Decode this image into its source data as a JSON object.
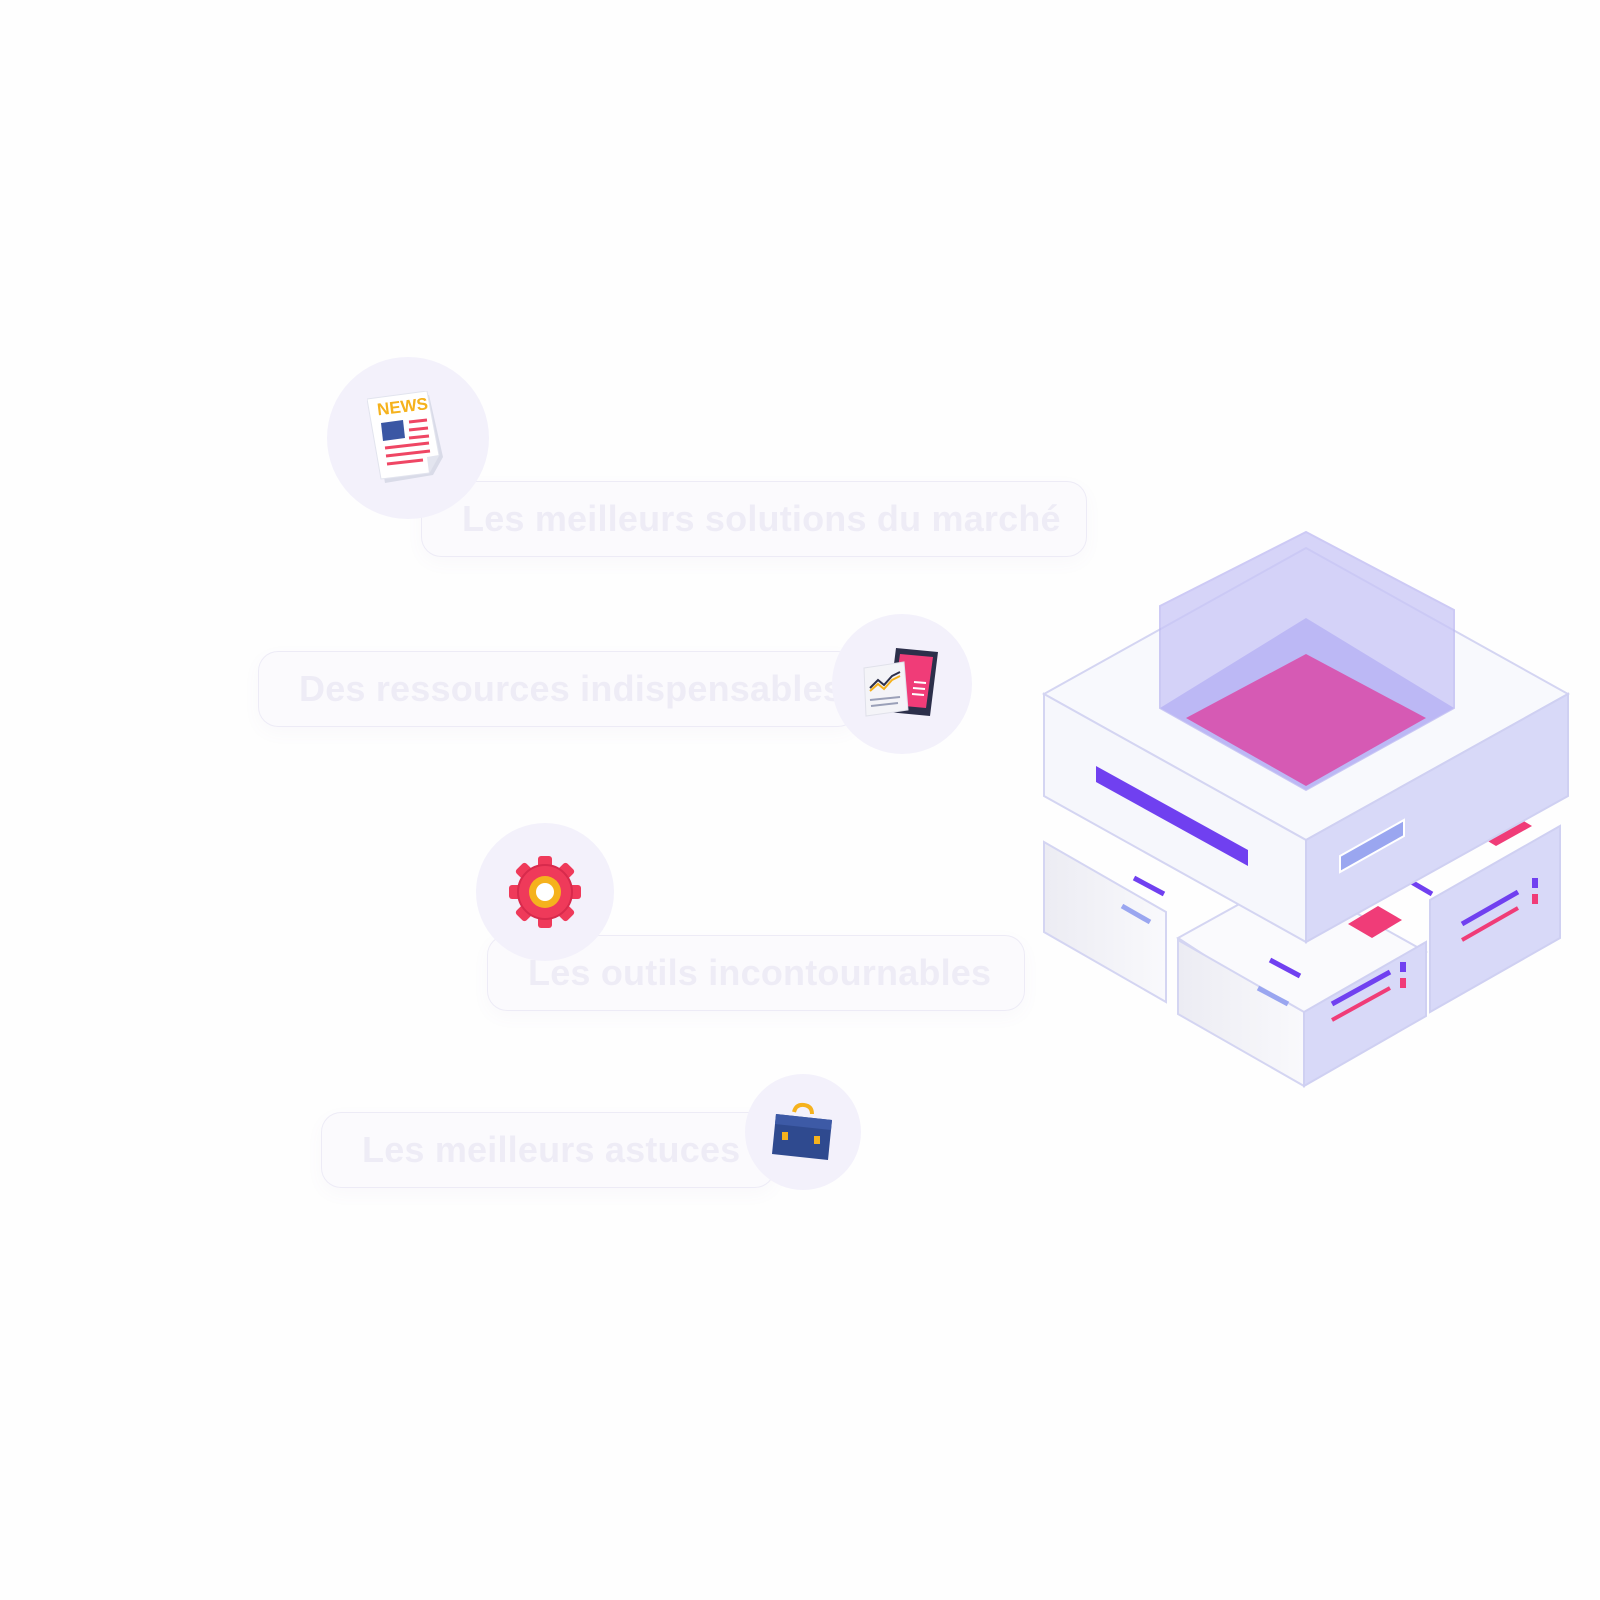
{
  "features": [
    {
      "label": "Les meilleurs solutions du marché",
      "icon": "newspaper-icon"
    },
    {
      "label": "Des ressources indispensables",
      "icon": "tablet-chart-icon"
    },
    {
      "label": "Les outils incontournables",
      "icon": "gear-icon"
    },
    {
      "label": "Les meilleurs astuces",
      "icon": "briefcase-icon"
    }
  ],
  "icon_text": {
    "news": "NEWS"
  },
  "colors": {
    "background": "#fefefe",
    "pill_background": "#faf9fd",
    "pill_text": "#eeecf6",
    "icon_circle": "#f3f1fb",
    "accent_purple": "#7040f0",
    "accent_pink": "#f03c78",
    "accent_magenta": "#d65ab4",
    "box_lavender": "#d8d9f8"
  }
}
